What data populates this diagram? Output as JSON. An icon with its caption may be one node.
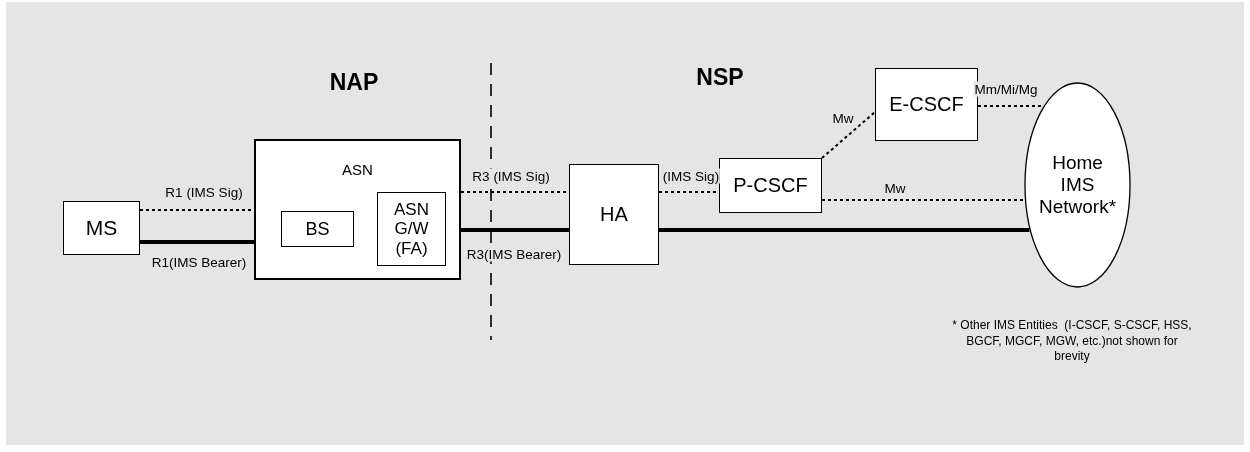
{
  "diagram": {
    "nodes": [
      {
        "text": [
          "MS"
        ]
      },
      {
        "text": [
          "ASN"
        ]
      },
      {
        "text": [
          "BS"
        ],
        "in": 1
      },
      {
        "text": [
          "ASN G/W (FA)"
        ],
        "in": 1
      },
      {
        "text": [
          "HA"
        ]
      },
      {
        "text": [
          "P-CSCF"
        ]
      },
      {
        "text": [
          "E-CSCF"
        ]
      },
      {
        "text": [
          "Home IMS Network*"
        ]
      }
    ],
    "edges": [
      {
        "from": 0,
        "to": 1,
        "arrow": "none",
        "label": "R1 (IMS Sig)",
        "style": "dashed"
      },
      {
        "from": 0,
        "to": 1,
        "arrow": "none",
        "label": "R1(IMS Bearer)",
        "style": "thick"
      },
      {
        "from": 1,
        "to": 4,
        "arrow": "none",
        "label": "R3 (IMS Sig)",
        "style": "dashed"
      },
      {
        "from": 1,
        "to": 4,
        "arrow": "none",
        "label": "R3(IMS Bearer)",
        "style": "thick"
      },
      {
        "from": 4,
        "to": 5,
        "arrow": "none",
        "label": "(IMS Sig)",
        "style": "dashed"
      },
      {
        "from": 4,
        "to": 7,
        "arrow": "none",
        "style": "thick"
      },
      {
        "from": 5,
        "to": 6,
        "arrow": "none",
        "label": "Mw",
        "style": "dashed"
      },
      {
        "from": 6,
        "to": 7,
        "arrow": "none",
        "label": "Mm/Mi/Mg",
        "style": "dashed"
      },
      {
        "from": 5,
        "to": 7,
        "arrow": "none",
        "label": "Mw",
        "style": "dashed"
      }
    ],
    "labels": [
      "NAP",
      "NSP",
      "* Other IMS Entities  (I-CSCF, S-CSCF, HSS, BGCF, MGCF, MGW, etc.)not shown for brevity"
    ]
  }
}
